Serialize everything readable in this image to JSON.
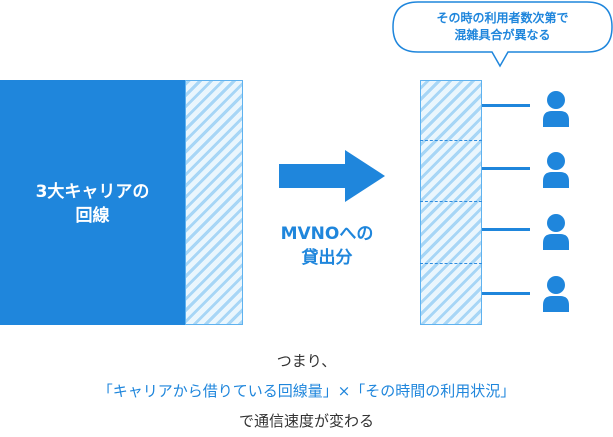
{
  "diagram": {
    "block_label": "3大キャリアの\n回線",
    "arrow_label": "MVNOへの\n貸出分",
    "bubble_text": "その時の利用者数次第で\n混雑具合が異なる",
    "caption_line1": "つまり、",
    "caption_line2": "「キャリアから借りている回線量」×「その時間の利用状況」",
    "caption_line3": "で通信速度が変わる",
    "user_count": 4,
    "colors": {
      "primary": "#1f86dc",
      "hatch": "#a7d6f6",
      "text": "#333333"
    }
  }
}
